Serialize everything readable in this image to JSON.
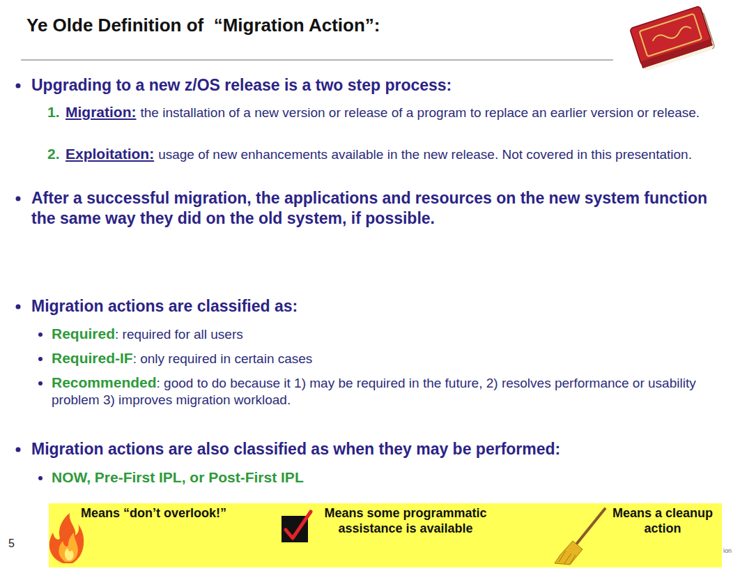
{
  "diagram": {
    "title": "Ye Olde Definition of  “Migration Action”:",
    "labels": [
      "Upgrading to a new z/OS release is a two step process:",
      "1.",
      "Migration:",
      "the installation of a new version or release of a program to replace an earlier version or release.",
      "2.",
      "Exploitation:",
      "usage of new enhancements available in the new release. Not covered in this presentation.",
      "After a successful migration, the applications and resources on the new system function the same way they did on the old system, if possible.",
      "Migration actions are classified as:",
      "Required",
      ": required for all users",
      "Required-IF",
      ": only required in certain cases",
      "Recommended",
      ": good to do because it 1) may be required in the future, 2) resolves performance or usability problem 3) improves migration workload.",
      "Migration actions are also classified as when they may be performed:",
      "NOW, Pre-First IPL, or Post-First IPL",
      "5",
      "ion"
    ],
    "legend": [
      {
        "text": "Means “don’t overlook!”"
      },
      {
        "text": "Means some programmatic assistance is available"
      },
      {
        "text": "Means a cleanup action"
      }
    ]
  }
}
